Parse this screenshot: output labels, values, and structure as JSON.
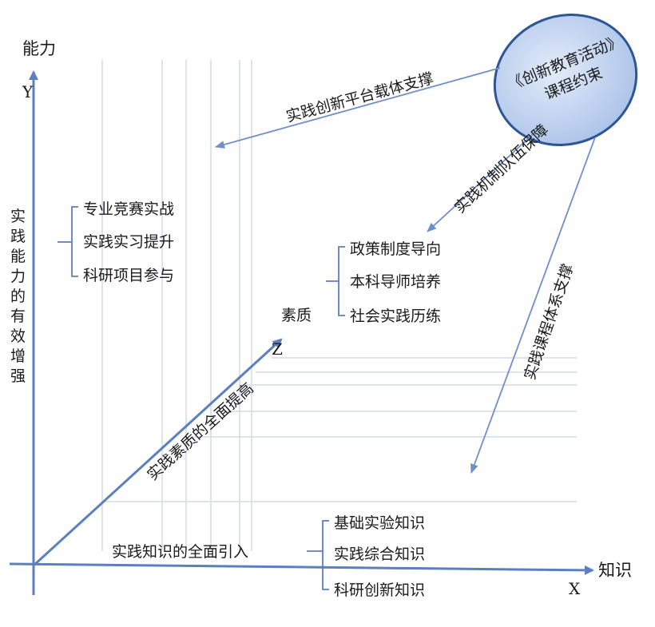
{
  "axes": {
    "y_name": "能力",
    "y_letter": "Y",
    "x_name": "知识",
    "x_letter": "X",
    "z_name": "素质",
    "z_letter": "Z"
  },
  "center": {
    "line1": "《创新教育活动》",
    "line2": "课程约束"
  },
  "arrows": {
    "platform": "实践创新平台载体支撑",
    "mechanism": "实践机制队伍保障",
    "curriculum": "实践课程体系支撑"
  },
  "y_side": {
    "label": [
      "实",
      "践",
      "能",
      "力",
      "的",
      "有",
      "效",
      "增",
      "强"
    ],
    "items": [
      "专业竞赛实战",
      "实践实习提升",
      "科研项目参与"
    ]
  },
  "z_side": {
    "diag_label": "实践素质的全面提高",
    "items": [
      "政策制度导向",
      "本科导师培养",
      "社会实践历练"
    ]
  },
  "x_side": {
    "label": "实践知识的全面引入",
    "items": [
      "基础实验知识",
      "实践综合知识",
      "科研创新知识"
    ]
  },
  "colors": {
    "axis": "#5b7fbf",
    "ellipse_fill": "#bcd0ee",
    "ellipse_stroke": "#2e5596",
    "grid": "#d4dcea"
  }
}
